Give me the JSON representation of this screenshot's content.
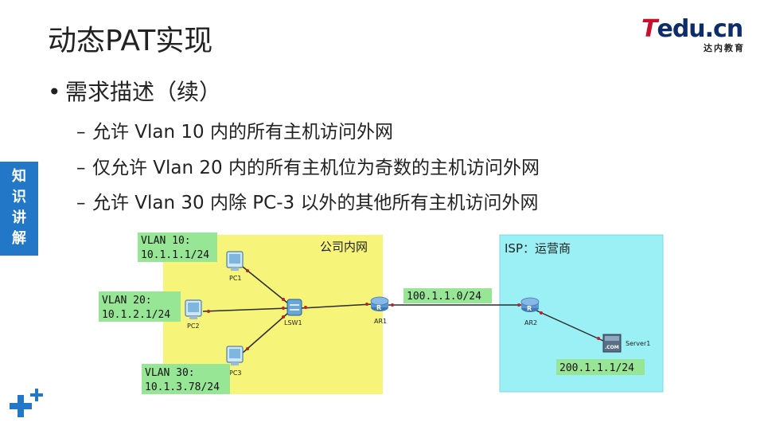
{
  "slide": {
    "title": "动态PAT实现",
    "bullet": "需求描述（续）",
    "subitems": [
      "允许 Vlan 10 内的所有主机访问外网",
      "仅允许 Vlan 20 内的所有主机位为奇数的主机访问外网",
      "允许 Vlan 30 内除 PC-3 以外的其他所有主机访问外网"
    ],
    "side_tab": "知识讲解"
  },
  "logo": {
    "main_t": "T",
    "main_rest": "edu.cn",
    "sub": "达内教育"
  },
  "diagram": {
    "zones": {
      "company": "公司内网",
      "isp": "ISP：运营商"
    },
    "vlan_labels": {
      "vlan10_line1": "VLAN 10:",
      "vlan10_line2": "10.1.1.1/24",
      "vlan20_line1": "VLAN 20:",
      "vlan20_line2": "10.1.2.1/24",
      "vlan30_line1": "VLAN 30:",
      "vlan30_line2": "10.1.3.78/24"
    },
    "link_label": "100.1.1.0/24",
    "server_label": "200.1.1.1/24",
    "devices": {
      "pc1": "PC1",
      "pc2": "PC2",
      "pc3": "PC3",
      "lsw1": "LSW1",
      "ar1": "AR1",
      "ar2": "AR2",
      "server1": "Server1",
      "server_badge": ".COM",
      "router_glyph": "R"
    },
    "colors": {
      "company_zone": "#f7f47a",
      "isp_zone": "#9af0f5",
      "label_box": "#96e696",
      "link": "#2b2b2b",
      "arrow": "#c0202a"
    }
  }
}
